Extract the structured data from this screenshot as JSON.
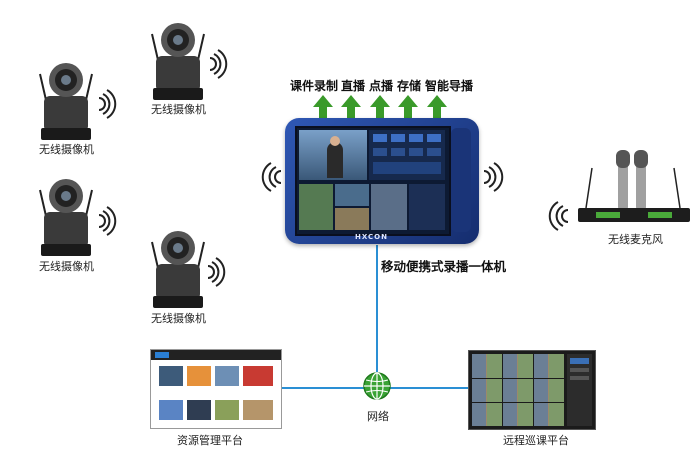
{
  "cameras": [
    {
      "label": "无线摄像机"
    },
    {
      "label": "无线摄像机"
    },
    {
      "label": "无线摄像机"
    },
    {
      "label": "无线摄像机"
    }
  ],
  "outputs": [
    "课件录制",
    "直播",
    "点播",
    "存储",
    "智能导播"
  ],
  "device": {
    "label": "移动便携式录播一体机",
    "brand": "HXCON"
  },
  "microphone": {
    "label": "无线麦克风"
  },
  "network": {
    "label": "网络"
  },
  "resource_platform": {
    "label": "资源管理平台"
  },
  "remote_platform": {
    "label": "远程巡课平台"
  },
  "colors": {
    "arrow": "#3a9a2a",
    "line": "#2a8fd4",
    "device": "#1f3f8f",
    "globe": "#3aa335"
  }
}
